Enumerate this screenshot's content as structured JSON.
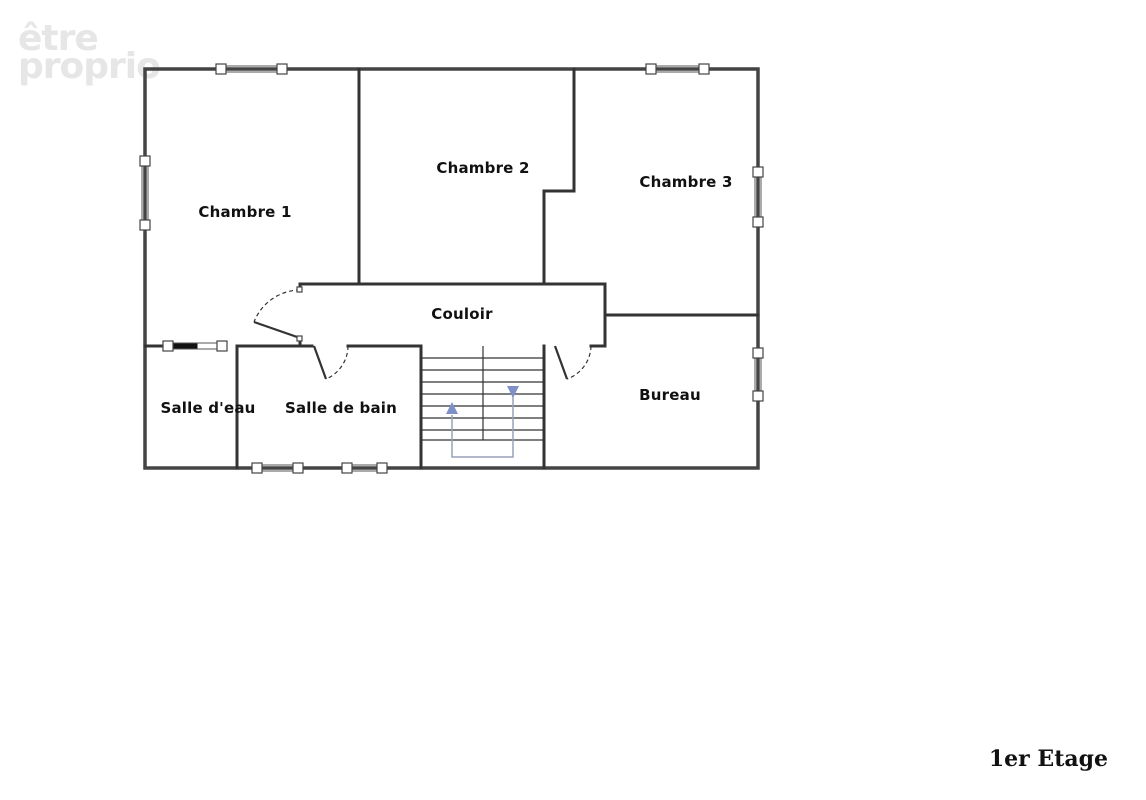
{
  "logo": {
    "line1": "être",
    "line2": "proprio"
  },
  "floor_label": "1er Etage",
  "rooms": {
    "chambre1": "Chambre 1",
    "chambre2": "Chambre 2",
    "chambre3": "Chambre 3",
    "couloir": "Couloir",
    "salle_eau": "Salle d'eau",
    "salle_bain": "Salle de bain",
    "bureau": "Bureau"
  },
  "colors": {
    "wall": "#333333",
    "stair_arrow": "#7f8fc8",
    "logo": "#e6e6e6"
  }
}
